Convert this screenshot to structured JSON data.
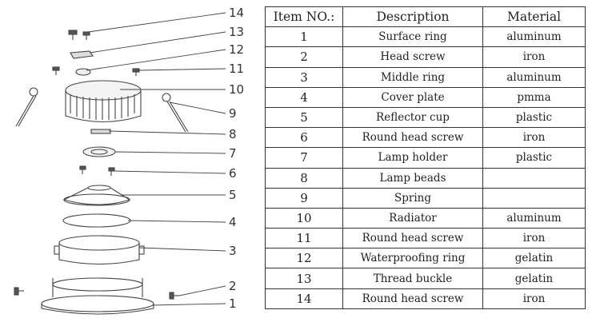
{
  "table": {
    "headers": {
      "no": "Item NO.:",
      "description": "Description",
      "material": "Material"
    },
    "rows": [
      {
        "no": "1",
        "description": "Surface ring",
        "material": "aluminum"
      },
      {
        "no": "2",
        "description": "Head screw",
        "material": "iron"
      },
      {
        "no": "3",
        "description": "Middle ring",
        "material": "aluminum"
      },
      {
        "no": "4",
        "description": "Cover plate",
        "material": "pmma"
      },
      {
        "no": "5",
        "description": "Reflector cup",
        "material": "plastic"
      },
      {
        "no": "6",
        "description": "Round head screw",
        "material": "iron"
      },
      {
        "no": "7",
        "description": "Lamp holder",
        "material": "plastic"
      },
      {
        "no": "8",
        "description": "Lamp beads",
        "material": ""
      },
      {
        "no": "9",
        "description": "Spring",
        "material": ""
      },
      {
        "no": "10",
        "description": "Radiator",
        "material": "aluminum"
      },
      {
        "no": "11",
        "description": "Round head screw",
        "material": "iron"
      },
      {
        "no": "12",
        "description": "Waterproofing ring",
        "material": "gelatin"
      },
      {
        "no": "13",
        "description": "Thread buckle",
        "material": "gelatin"
      },
      {
        "no": "14",
        "description": "Round head screw",
        "material": "iron"
      }
    ]
  },
  "diagram": {
    "callouts": [
      "14",
      "13",
      "12",
      "11",
      "10",
      "9",
      "8",
      "7",
      "6",
      "5",
      "4",
      "3",
      "2",
      "1"
    ]
  },
  "colors": {
    "line": "#444444",
    "text": "#222222"
  }
}
